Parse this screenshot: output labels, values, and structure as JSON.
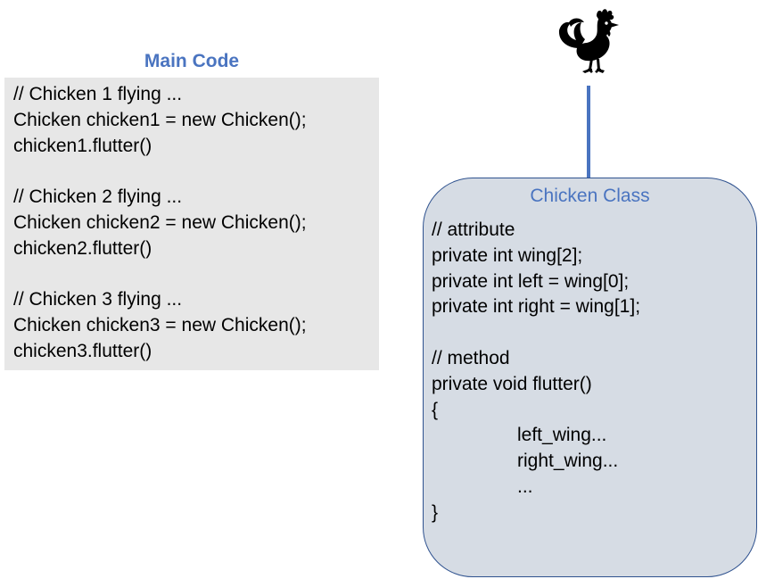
{
  "main_code": {
    "title": "Main Code",
    "blocks": [
      {
        "lines": [
          "// Chicken 1 flying ...",
          "Chicken chicken1 = new Chicken();",
          "chicken1.flutter()"
        ]
      },
      {
        "lines": [
          "// Chicken 2 flying ...",
          "Chicken chicken2 = new Chicken();",
          "chicken2.flutter()"
        ]
      },
      {
        "lines": [
          "// Chicken 3 flying ...",
          "Chicken chicken3 = new Chicken();",
          "chicken3.flutter()"
        ]
      }
    ]
  },
  "chicken_class": {
    "title": "Chicken Class",
    "lines": [
      "// attribute",
      "private int wing[2];",
      "private int left = wing[0];",
      "private int right = wing[1];",
      "",
      "// method",
      "private void flutter()",
      "{",
      "left_wing...",
      "right_wing...",
      "...",
      "}"
    ]
  },
  "icons": {
    "rooster": "rooster-icon"
  },
  "colors": {
    "accent": "#4a74c0",
    "code_box_bg": "#e7e7e7",
    "class_box_bg": "#d6dce4",
    "class_box_border": "#2f528f"
  }
}
